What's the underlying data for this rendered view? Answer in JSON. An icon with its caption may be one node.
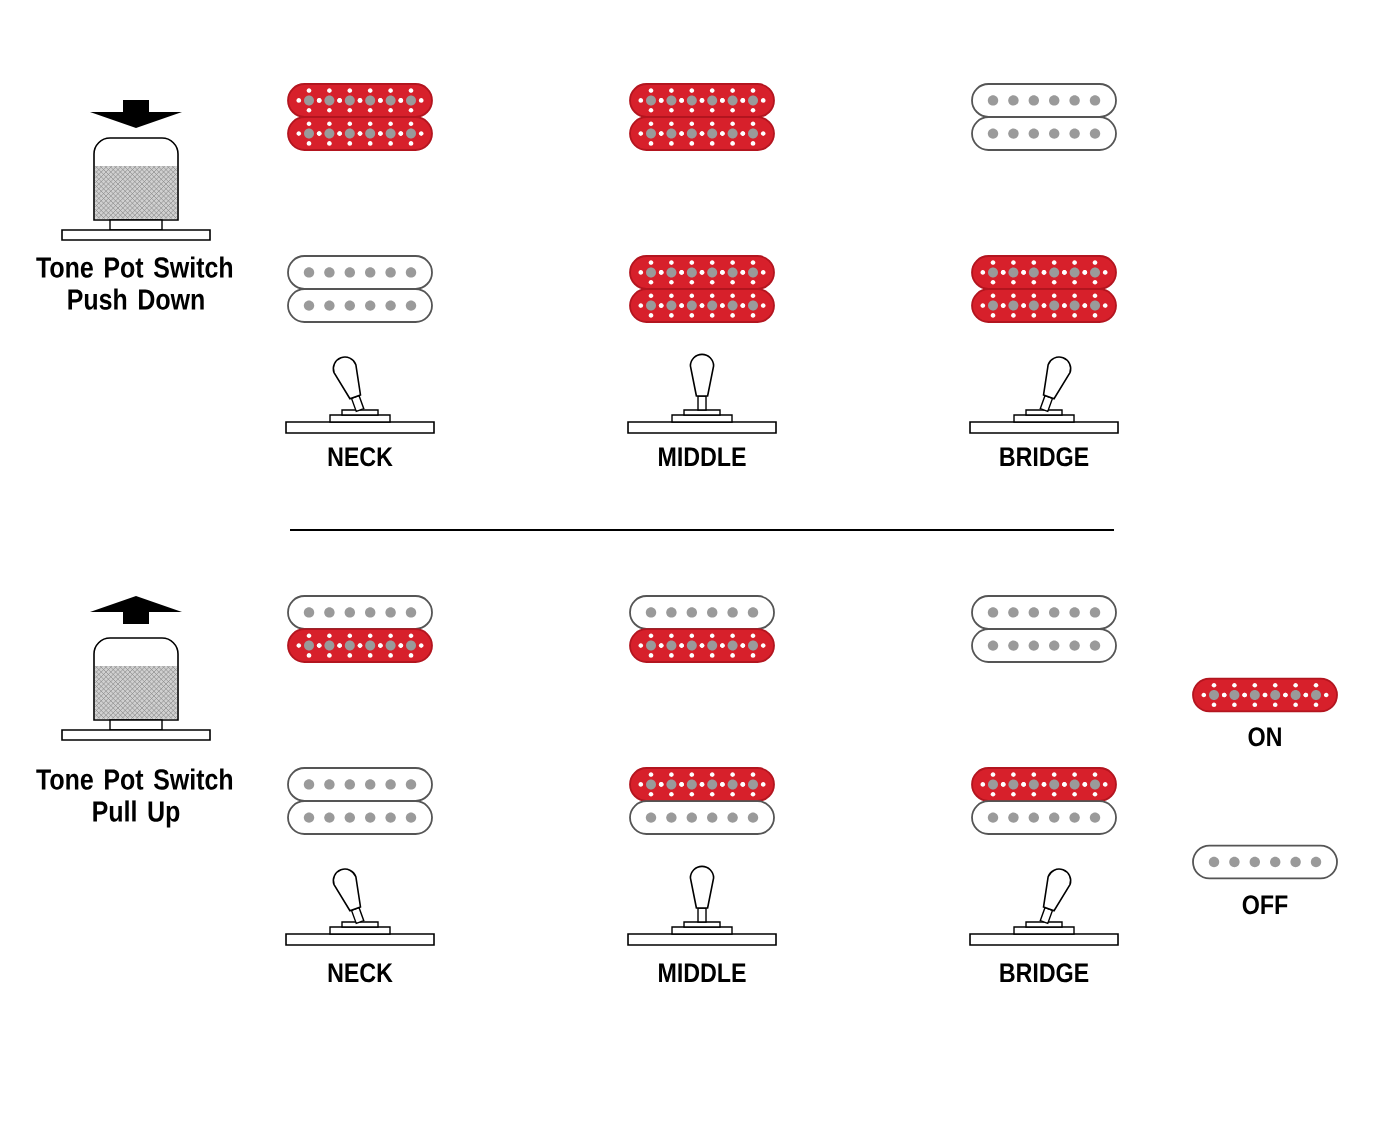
{
  "diagram": {
    "labels": [
      "Tone Pot Switch Push Down",
      "NECK",
      "MIDDLE",
      "BRIDGE",
      "Tone Pot Switch Pull Up",
      "NECK",
      "MIDDLE",
      "BRIDGE"
    ],
    "legend": [
      {
        "text": "ON"
      },
      {
        "text": "OFF"
      }
    ]
  }
}
